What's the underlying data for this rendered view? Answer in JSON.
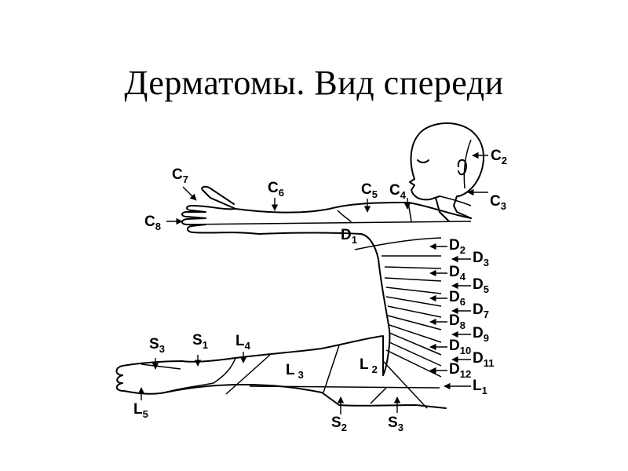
{
  "title": "Дерматомы. Вид  спереди",
  "labels": [
    {
      "id": "c2",
      "letter": "C",
      "sub": "2"
    },
    {
      "id": "c3",
      "letter": "C",
      "sub": "3"
    },
    {
      "id": "c4",
      "letter": "C",
      "sub": "4"
    },
    {
      "id": "c5",
      "letter": "C",
      "sub": "5"
    },
    {
      "id": "c6",
      "letter": "C",
      "sub": "6"
    },
    {
      "id": "c7",
      "letter": "C",
      "sub": "7"
    },
    {
      "id": "c8",
      "letter": "C",
      "sub": "8"
    },
    {
      "id": "d1",
      "letter": "D",
      "sub": "1"
    },
    {
      "id": "d2",
      "letter": "D",
      "sub": "2"
    },
    {
      "id": "d3",
      "letter": "D",
      "sub": "3"
    },
    {
      "id": "d4",
      "letter": "D",
      "sub": "4"
    },
    {
      "id": "d5",
      "letter": "D",
      "sub": "5"
    },
    {
      "id": "d6",
      "letter": "D",
      "sub": "6"
    },
    {
      "id": "d7",
      "letter": "D",
      "sub": "7"
    },
    {
      "id": "d8",
      "letter": "D",
      "sub": "8"
    },
    {
      "id": "d9",
      "letter": "D",
      "sub": "9"
    },
    {
      "id": "d10",
      "letter": "D",
      "sub": "10"
    },
    {
      "id": "d11",
      "letter": "D",
      "sub": "11"
    },
    {
      "id": "d12",
      "letter": "D",
      "sub": "12"
    },
    {
      "id": "l1",
      "letter": "L",
      "sub": "1"
    },
    {
      "id": "l2",
      "letter": "L",
      "sub": "2"
    },
    {
      "id": "l3",
      "letter": "L",
      "sub": "3"
    },
    {
      "id": "l4",
      "letter": "L",
      "sub": "4"
    },
    {
      "id": "l5",
      "letter": "L",
      "sub": "5"
    },
    {
      "id": "s1",
      "letter": "S",
      "sub": "1"
    },
    {
      "id": "s2",
      "letter": "S",
      "sub": "2"
    },
    {
      "id": "s3a",
      "letter": "S",
      "sub": "3"
    },
    {
      "id": "s3b",
      "letter": "S",
      "sub": "3"
    }
  ]
}
